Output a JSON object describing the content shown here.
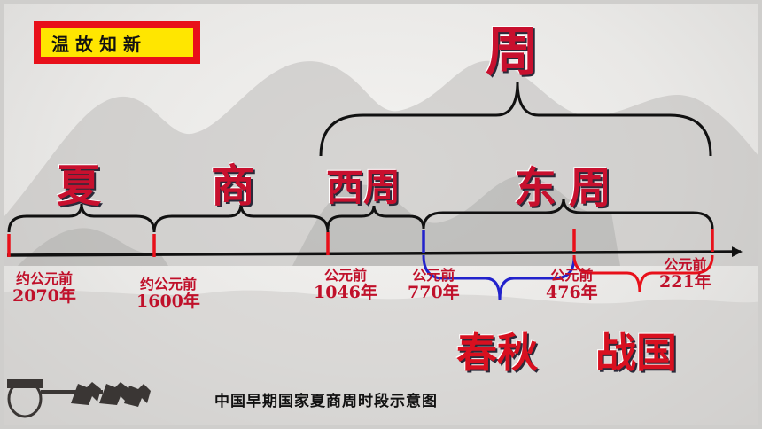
{
  "header": {
    "badge_label": "温故知新"
  },
  "eras": {
    "zhou": "周",
    "xia": "夏",
    "shang": "商",
    "xizhou": "西周",
    "dongzhou": "东周",
    "chunqiu": "春秋",
    "zhanguo": "战国"
  },
  "dates": {
    "d2070": {
      "prefix": "约公元前",
      "year": "2070年"
    },
    "d1600": {
      "prefix": "约公元前",
      "year": "1600年"
    },
    "d1046": {
      "prefix": "公元前",
      "year": "1046年"
    },
    "d770": {
      "prefix": "公元前",
      "year": "770年"
    },
    "d476": {
      "prefix": "公元前",
      "year": "476年"
    },
    "d221": {
      "prefix": "公元前",
      "year": "221年"
    }
  },
  "caption": "中国早期国家夏商周时段示意图",
  "colors": {
    "badge_border": "#e8101a",
    "badge_fill": "#ffe600",
    "era_text": "#c8102e",
    "axis": "#111111",
    "tick": "#e8101a",
    "chunqiu_brace": "#2222cc",
    "zhanguo_brace": "#e8101a"
  }
}
